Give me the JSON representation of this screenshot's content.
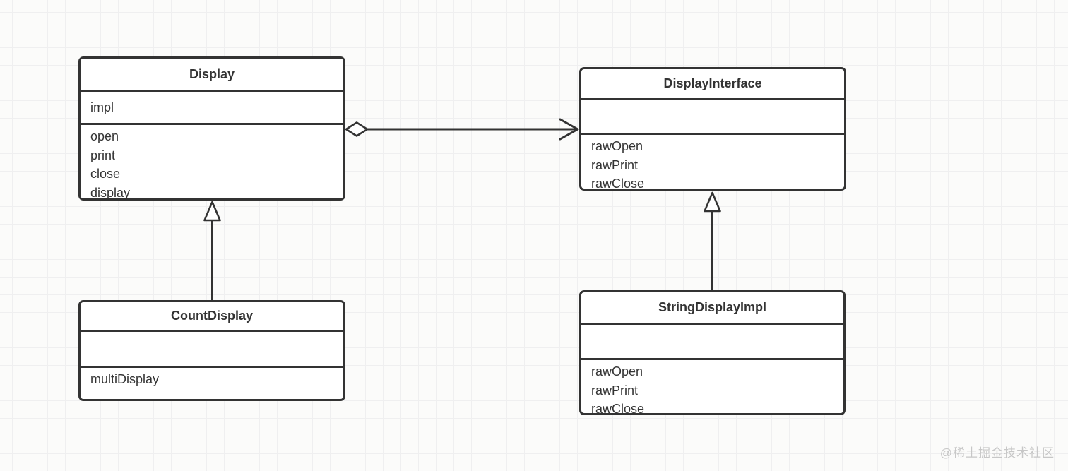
{
  "watermark": "@稀土掘金技术社区",
  "colors": {
    "stroke": "#333333",
    "text": "#333333",
    "background": "#fbfbfa",
    "grid_line": "#efeff0",
    "box_fill": "#ffffff",
    "watermark_text": "#c7c7c7"
  },
  "classes": [
    {
      "name": "Display",
      "title": "Display",
      "attributes": [
        "impl"
      ],
      "methods": [
        "open",
        "print",
        "close",
        "display"
      ]
    },
    {
      "name": "DisplayInterface",
      "title": "DisplayInterface",
      "attributes": [],
      "methods": [
        "rawOpen",
        "rawPrint",
        "rawClose"
      ]
    },
    {
      "name": "CountDisplay",
      "title": "CountDisplay",
      "attributes": [],
      "methods": [
        "multiDisplay"
      ]
    },
    {
      "name": "StringDisplayImpl",
      "title": "StringDisplayImpl",
      "attributes": [],
      "methods": [
        "rawOpen",
        "rawPrint",
        "rawClose"
      ]
    }
  ],
  "relations": [
    {
      "type": "aggregation",
      "from": "Display",
      "to": "DisplayInterface"
    },
    {
      "type": "generalization",
      "from": "CountDisplay",
      "to": "Display"
    },
    {
      "type": "generalization",
      "from": "StringDisplayImpl",
      "to": "DisplayInterface"
    }
  ]
}
